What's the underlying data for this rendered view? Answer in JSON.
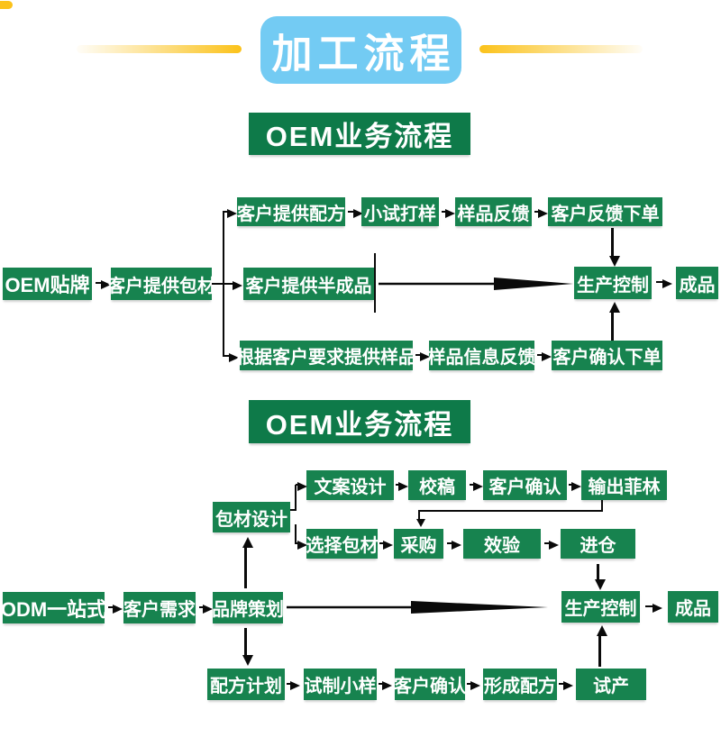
{
  "title": {
    "text": "加工流程"
  },
  "colors": {
    "title_blue": "#73cbf3",
    "accent_yellow": "#fbc21a",
    "header_green": "#0e7a49",
    "box_green": "#17834f",
    "arrow_black": "#0a0a0a"
  },
  "flow1": {
    "header": "OEM业务流程",
    "top": [
      "客户提供配方",
      "小试打样",
      "样品反馈",
      "客户反馈下单"
    ],
    "mid": [
      "OEM贴牌",
      "客户提供包材",
      "客户提供半成品",
      "生产控制",
      "成品"
    ],
    "bottom": [
      "根据客户要求提供样品",
      "样品信息反馈",
      "客户确认下单"
    ]
  },
  "flow2": {
    "header": "OEM业务流程",
    "design_row": [
      "文案设计",
      "校稿",
      "客户确认",
      "输出菲林"
    ],
    "package_design": "包材设计",
    "package_row": [
      "选择包材",
      "采购",
      "效验",
      "进仓"
    ],
    "mid": [
      "ODM一站式",
      "客户需求",
      "品牌策划",
      "生产控制",
      "成品"
    ],
    "formula_row": [
      "配方计划",
      "试制小样",
      "客户确认",
      "形成配方",
      "试产"
    ]
  }
}
